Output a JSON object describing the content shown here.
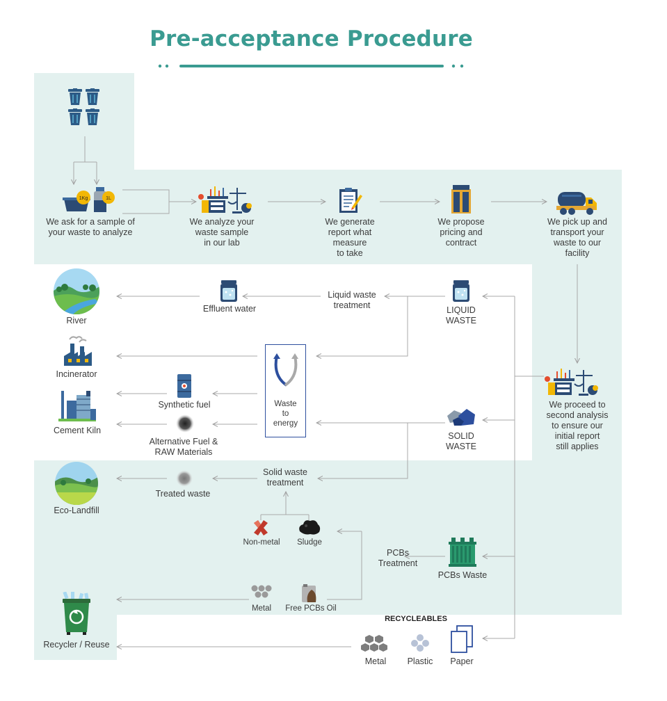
{
  "title": "Pre-acceptance Procedure",
  "colors": {
    "teal": "#3a9b91",
    "panel": "#e3f1ef",
    "navy": "#2d4f9e",
    "arrow": "#a9a9a9"
  },
  "steps": [
    {
      "text": "We ask for a sample of\nyour waste to analyze"
    },
    {
      "text": "We analyze your\nwaste sample\nin our lab"
    },
    {
      "text": "We generate\nreport what\nmeasure\nto take"
    },
    {
      "text": "We propose\npricing and\ncontract"
    },
    {
      "text": "We pick up and\ntransport your\nwaste to our\nfacility"
    },
    {
      "text": "We proceed to\nsecond analysis\nto ensure our\ninitial report\nstill applies"
    }
  ],
  "sample_labels": {
    "kg": "1Kg",
    "liter": "1L"
  },
  "waste_types": {
    "liquid": "LIQUID\nWASTE",
    "solid": "SOLID\nWASTE",
    "pcbs": "PCBs Waste"
  },
  "processes": {
    "liquid_treatment": "Liquid waste\ntreatment",
    "waste_to_energy": "Waste\nto\nenergy",
    "solid_treatment": "Solid waste\ntreatment",
    "pcbs_treatment": "PCBs\nTreatment"
  },
  "outputs": {
    "effluent": "Effluent water",
    "synthetic_fuel": "Synthetic fuel",
    "alt_fuel": "Alternative Fuel &\nRAW Materials",
    "treated_waste": "Treated waste",
    "non_metal": "Non-metal",
    "sludge": "Sludge",
    "metal": "Metal",
    "free_pcbs_oil": "Free PCBs Oil"
  },
  "destinations": {
    "river": "River",
    "incinerator": "Incinerator",
    "cement_kiln": "Cement Kiln",
    "eco_landfill": "Eco-Landfill",
    "recycler": "Recycler / Reuse"
  },
  "recyclables": {
    "heading": "RECYCLEABLES",
    "items": [
      "Metal",
      "Plastic",
      "Paper"
    ]
  },
  "icons": [
    "trash-bins-icon",
    "sample-containers-icon",
    "lab-equipment-icon",
    "clipboard-report-icon",
    "contract-folder-icon",
    "tanker-truck-icon",
    "lab-equipment-icon",
    "liquid-jar-icon",
    "solid-rocks-icon",
    "transformer-icon",
    "river-landscape-icon",
    "factory-icon",
    "cement-plant-icon",
    "landfill-landscape-icon",
    "recycle-bin-icon",
    "fuel-barrel-icon",
    "cycle-arrows-icon"
  ]
}
